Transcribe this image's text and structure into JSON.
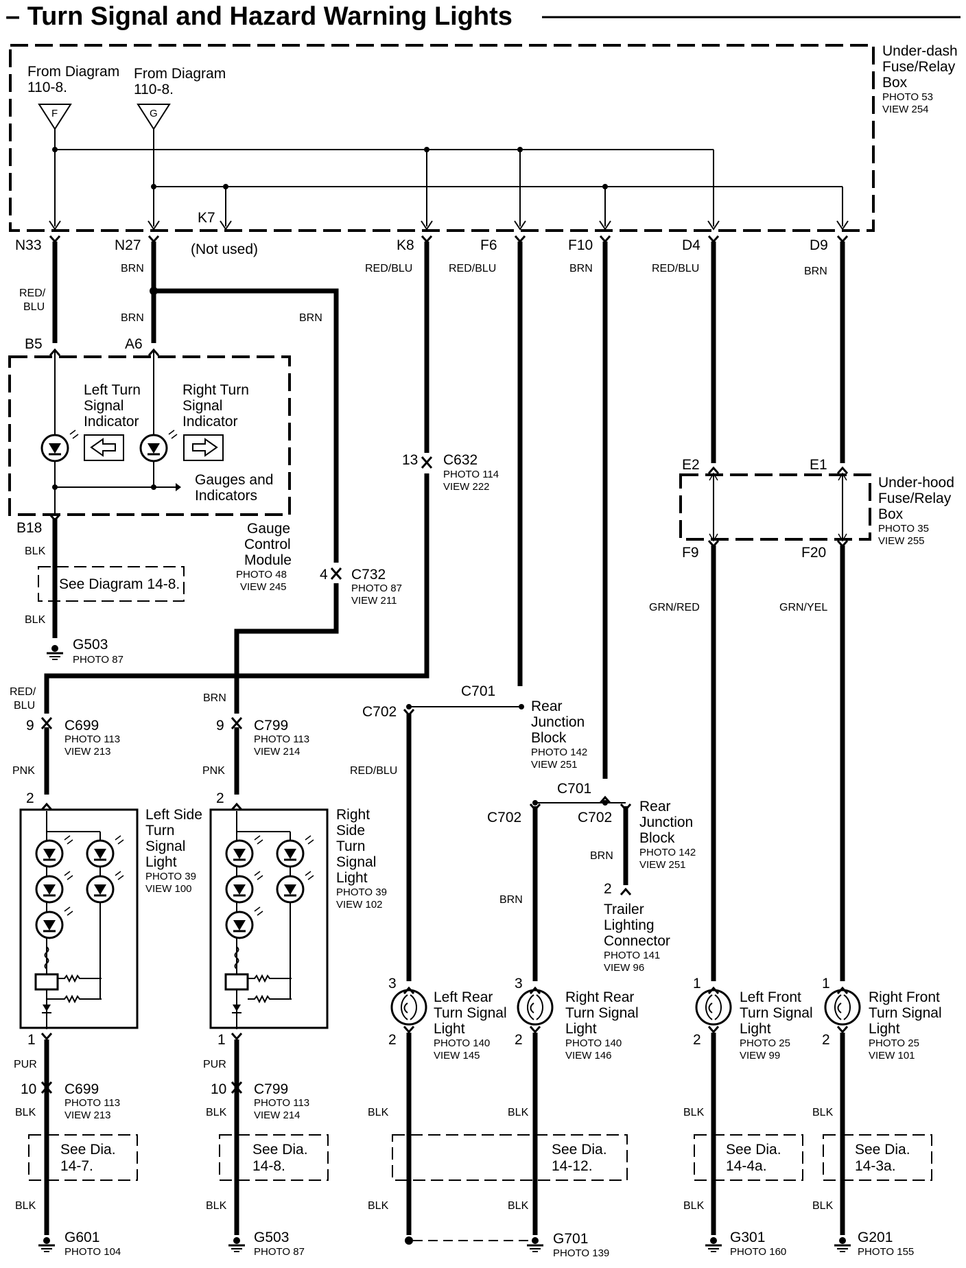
{
  "title": "– Turn Signal and Hazard Warning Lights",
  "underdash_box": {
    "line1": "Under-dash",
    "line2": "Fuse/Relay",
    "line3": "Box",
    "photo": "PHOTO 53",
    "view": "VIEW 254"
  },
  "from_f": {
    "line1": "From Diagram",
    "line2": "110-8.",
    "letter": "F"
  },
  "from_g": {
    "line1": "From Diagram",
    "line2": "110-8.",
    "letter": "G"
  },
  "terminals": {
    "n33": "N33",
    "n27": "N27",
    "k7": "K7",
    "k7_note": "(Not used)",
    "k8": "K8",
    "f6": "F6",
    "f10": "F10",
    "d4": "D4",
    "d9": "D9"
  },
  "wire_colors": {
    "n33_a": "RED/",
    "n33_b": "BLU",
    "n27_top": "BRN",
    "n27_mid": "BRN",
    "n27_branch": "BRN",
    "k8": "RED/BLU",
    "f6": "RED/BLU",
    "f10": "BRN",
    "d4": "RED/BLU",
    "d9": "BRN",
    "b18": "BLK",
    "b18_lower": "BLK",
    "c699_in_a": "RED/",
    "c699_in_b": "BLU",
    "c799_in": "BRN",
    "pnk_left": "PNK",
    "pnk_right": "PNK",
    "pur_left": "PUR",
    "pur_right": "PUR",
    "c702_redblu": "RED/BLU",
    "c702_brn_trailer": "BRN",
    "c702_brn_right": "BRN",
    "grn_red": "GRN/RED",
    "grn_yel": "GRN/YEL",
    "blk_1a": "BLK",
    "blk_1b": "BLK",
    "blk_2a": "BLK",
    "blk_2b": "BLK",
    "blk_3a": "BLK",
    "blk_3b": "BLK",
    "blk_4a": "BLK",
    "blk_4b": "BLK",
    "blk_5a": "BLK",
    "blk_5b": "BLK",
    "blk_6a": "BLK",
    "blk_6b": "BLK"
  },
  "gauge_module": {
    "pin_b5": "B5",
    "pin_a6": "A6",
    "pin_b18": "B18",
    "left_l1": "Left Turn",
    "left_l2": "Signal",
    "left_l3": "Indicator",
    "right_l1": "Right Turn",
    "right_l2": "Signal",
    "right_l3": "Indicator",
    "gi_l1": "Gauges and",
    "gi_l2": "Indicators",
    "name_l1": "Gauge",
    "name_l2": "Control",
    "name_l3": "Module",
    "photo": "PHOTO 48",
    "view": "VIEW 245"
  },
  "see_diag_148": "See Diagram 14-8.",
  "g503_top": {
    "name": "G503",
    "photo": "PHOTO 87"
  },
  "c632": {
    "pin": "13",
    "name": "C632",
    "photo": "PHOTO 114",
    "view": "VIEW 222"
  },
  "c732": {
    "pin": "4",
    "name": "C732",
    "photo": "PHOTO 87",
    "view": "VIEW 211"
  },
  "c699_top": {
    "pin": "9",
    "name": "C699",
    "photo": "PHOTO 113",
    "view": "VIEW 213"
  },
  "c799_top": {
    "pin": "9",
    "name": "C799",
    "photo": "PHOTO 113",
    "view": "VIEW 214"
  },
  "left_side": {
    "pin_top": "2",
    "pin_bot": "1",
    "l1": "Left Side",
    "l2": "Turn",
    "l3": "Signal",
    "l4": "Light",
    "photo": "PHOTO 39",
    "view": "VIEW 100"
  },
  "right_side": {
    "pin_top": "2",
    "pin_bot": "1",
    "l1": "Right",
    "l2": "Side",
    "l3": "Turn",
    "l4": "Signal",
    "l5": "Light",
    "photo": "PHOTO 39",
    "view": "VIEW 102"
  },
  "c699_bot": {
    "pin": "10",
    "name": "C699",
    "photo": "PHOTO 113",
    "view": "VIEW 213"
  },
  "c799_bot": {
    "pin": "10",
    "name": "C799",
    "photo": "PHOTO 113",
    "view": "VIEW 214"
  },
  "rjb_1": {
    "c701": "C701",
    "c702": "C702",
    "l1": "Rear",
    "l2": "Junction",
    "l3": "Block",
    "photo": "PHOTO 142",
    "view": "VIEW 251"
  },
  "rjb_2": {
    "c701": "C701",
    "c702_left": "C702",
    "c702_right": "C702",
    "l1": "Rear",
    "l2": "Junction",
    "l3": "Block",
    "photo": "PHOTO 142",
    "view": "VIEW 251"
  },
  "trailer": {
    "pin": "2",
    "l1": "Trailer",
    "l2": "Lighting",
    "l3": "Connector",
    "photo": "PHOTO 141",
    "view": "VIEW 96"
  },
  "underhood_box": {
    "e2": "E2",
    "e1": "E1",
    "f9": "F9",
    "f20": "F20",
    "l1": "Under-hood",
    "l2": "Fuse/Relay",
    "l3": "Box",
    "photo": "PHOTO 35",
    "view": "VIEW 255"
  },
  "lr_light": {
    "pin_top": "3",
    "pin_bot": "2",
    "l1": "Left Rear",
    "l2": "Turn Signal",
    "l3": "Light",
    "photo": "PHOTO 140",
    "view": "VIEW 145"
  },
  "rr_light": {
    "pin_top": "3",
    "pin_bot": "2",
    "l1": "Right Rear",
    "l2": "Turn Signal",
    "l3": "Light",
    "photo": "PHOTO 140",
    "view": "VIEW 146"
  },
  "lf_light": {
    "pin_top": "1",
    "pin_bot": "2",
    "l1": "Left Front",
    "l2": "Turn Signal",
    "l3": "Light",
    "photo": "PHOTO 25",
    "view": "VIEW 99"
  },
  "rf_light": {
    "pin_top": "1",
    "pin_bot": "2",
    "l1": "Right Front",
    "l2": "Turn Signal",
    "l3": "Light",
    "photo": "PHOTO 25",
    "view": "VIEW 101"
  },
  "see_dia": {
    "d147_l1": "See Dia.",
    "d147_l2": "14-7.",
    "d148_l1": "See Dia.",
    "d148_l2": "14-8.",
    "d1412_l1": "See Dia.",
    "d1412_l2": "14-12.",
    "d144a_l1": "See Dia.",
    "d144a_l2": "14-4a.",
    "d143a_l1": "See Dia.",
    "d143a_l2": "14-3a."
  },
  "grounds": {
    "g601": {
      "name": "G601",
      "photo": "PHOTO 104"
    },
    "g503": {
      "name": "G503",
      "photo": "PHOTO 87"
    },
    "g701": {
      "name": "G701",
      "photo": "PHOTO 139"
    },
    "g301": {
      "name": "G301",
      "photo": "PHOTO 160"
    },
    "g201": {
      "name": "G201",
      "photo": "PHOTO 155"
    }
  }
}
